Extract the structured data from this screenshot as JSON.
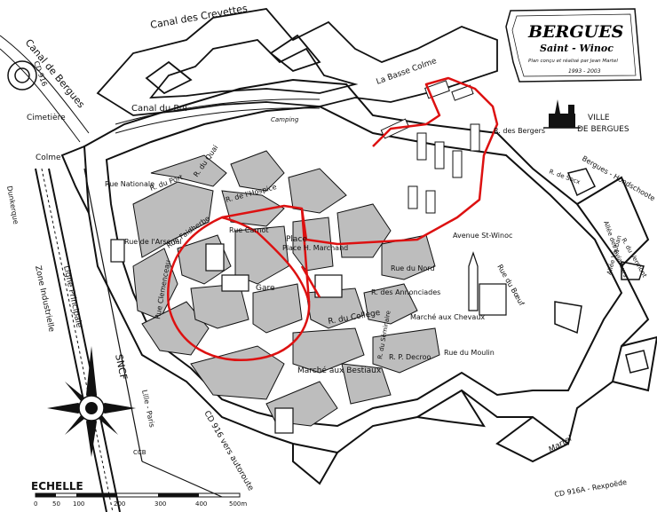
{
  "title": {
    "main": "BERGUES",
    "sub": "Saint - Winoc",
    "credit": "Plan conçu et réalisé par Jean Martel",
    "years": "1993 - 2003"
  },
  "town_logo": {
    "line1": "VILLE",
    "line2": "DE BERGUES",
    "icon": "town-skyline-logo-icon"
  },
  "scale": {
    "label": "ECHELLE",
    "ticks": [
      "0",
      "50",
      "100",
      "200",
      "300",
      "400",
      "500m"
    ]
  },
  "signature": "Martel",
  "colors": {
    "route": "#dd1111",
    "town_fill": "#bdbdbd",
    "ink": "#111111"
  },
  "labels": {
    "canal_bergues": "Canal de Bergues",
    "canal_crevettes": "Canal des Crevettes",
    "canal_du_roi": "Canal du Roi",
    "cd916_top": "CD 916",
    "cimetiere": "Cimetière",
    "colme": "Colme",
    "camping": "Camping",
    "la_basse_colme": "La Basse Colme",
    "r_des_bergers": "R. des Bergers",
    "r_du_quai": "R. du Quai",
    "r_du_port": "R. du Port",
    "r_hospice": "R. de l'Hospice",
    "r_nationale": "Rue Nationale",
    "r_arsenal": "Rue de l'Arsenal",
    "r_faidherbe": "Rue Faidherbe",
    "r_carnot": "Rue Carnot",
    "r_clemenceau": "Rue Clemenceau",
    "place_henri_m": "Place H. Marchand",
    "place": "Place",
    "gare": "Gare",
    "r_college": "R. du Collège",
    "r_annonciades": "R. des Annonciades",
    "r_seminaire": "R. du Séminaire",
    "marche_chevaux": "Marché aux Chevaux",
    "marche_bestiaux": "Marché aux Bestiaux",
    "r_p_decroo": "R. P. Decroo",
    "r_nord": "Rue du Nord",
    "avenue_stwinoc": "Avenue St-Winoc",
    "r_boeuf": "Rue du Bœuf",
    "allee_aviateurs": "Allée des Aviateurs",
    "r_du_moulin": "Rue du Moulin",
    "ceinture_nord": "Bergues - Hondschoote",
    "allee_vauban": "Allée Vauban",
    "ligne_principale": "Ligne Principale",
    "sncf": "SNCF",
    "zone_industrielle": "Zone Industrielle",
    "cd916_bottom": "CD 916 vers autoroute",
    "lille_paris": "Lille - Paris",
    "cd916a": "CD 916A - Rexpoëde",
    "ccb": "CCB",
    "rocade": "R. de Socx",
    "r_vermon": "R. du Vermont",
    "dunkerque": "Dunkerque"
  },
  "compass_icon": "compass-rose-icon"
}
